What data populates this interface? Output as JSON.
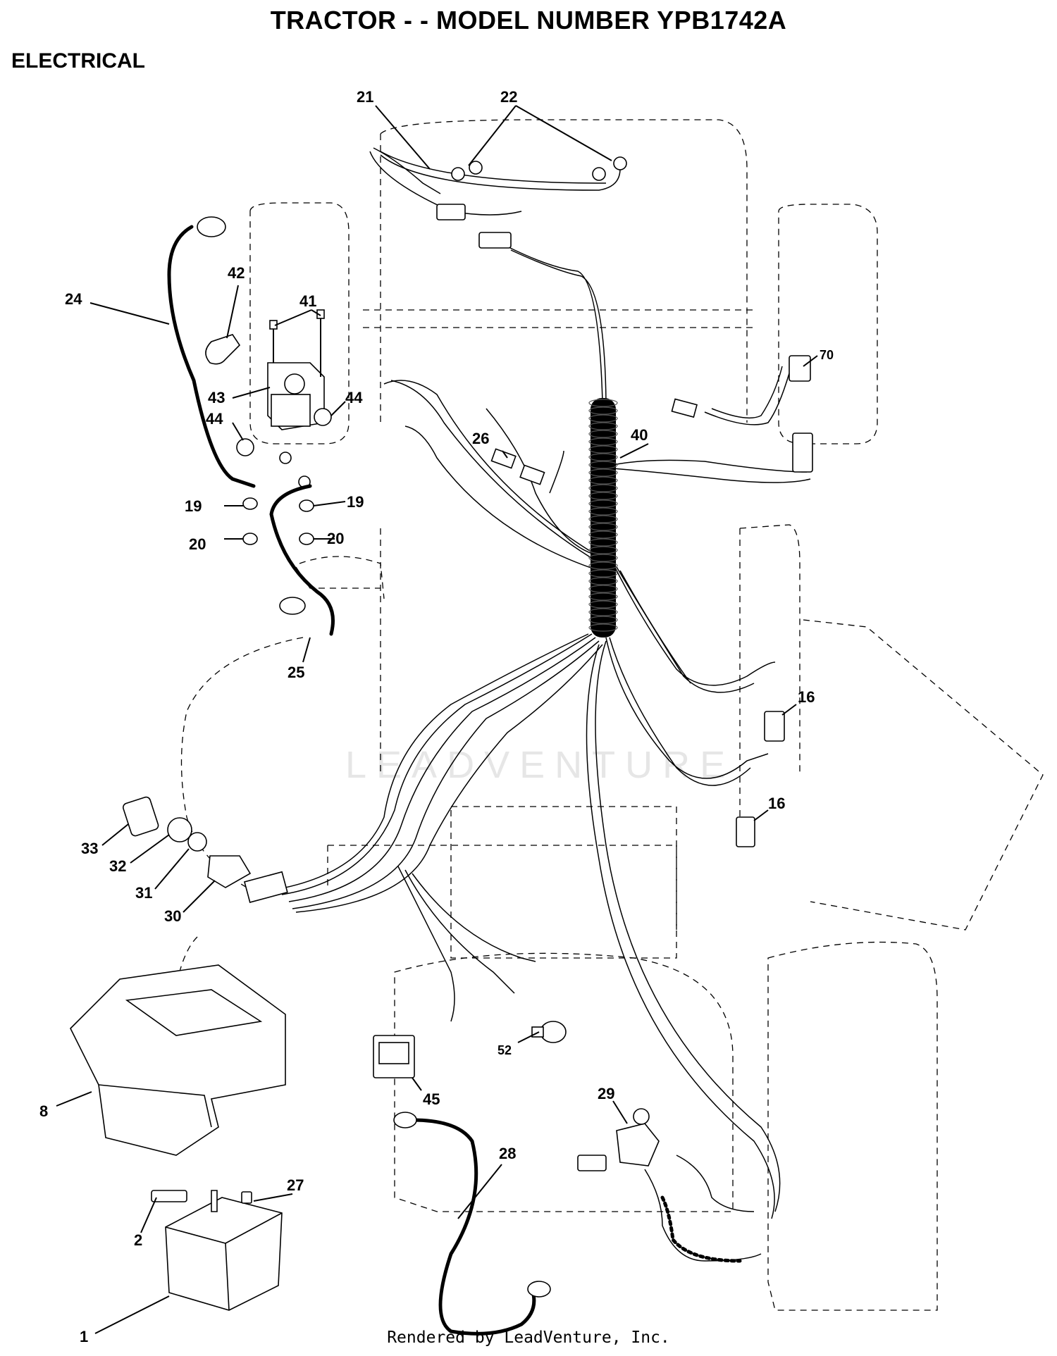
{
  "title": "TRACTOR - - MODEL NUMBER YPB1742A",
  "section": "ELECTRICAL",
  "watermark": "LEADVENTURE",
  "footer": "Rendered by LeadVenture, Inc.",
  "callouts": {
    "c1": "1",
    "c2": "2",
    "c8": "8",
    "c16a": "16",
    "c16b": "16",
    "c19a": "19",
    "c19b": "19",
    "c20a": "20",
    "c20b": "20",
    "c21": "21",
    "c22": "22",
    "c24": "24",
    "c25": "25",
    "c26": "26",
    "c27": "27",
    "c28": "28",
    "c29": "29",
    "c30": "30",
    "c31": "31",
    "c32": "32",
    "c33": "33",
    "c40": "40",
    "c41": "41",
    "c42": "42",
    "c43": "43",
    "c44a": "44",
    "c44b": "44",
    "c45": "45",
    "c52": "52",
    "c70": "70"
  }
}
